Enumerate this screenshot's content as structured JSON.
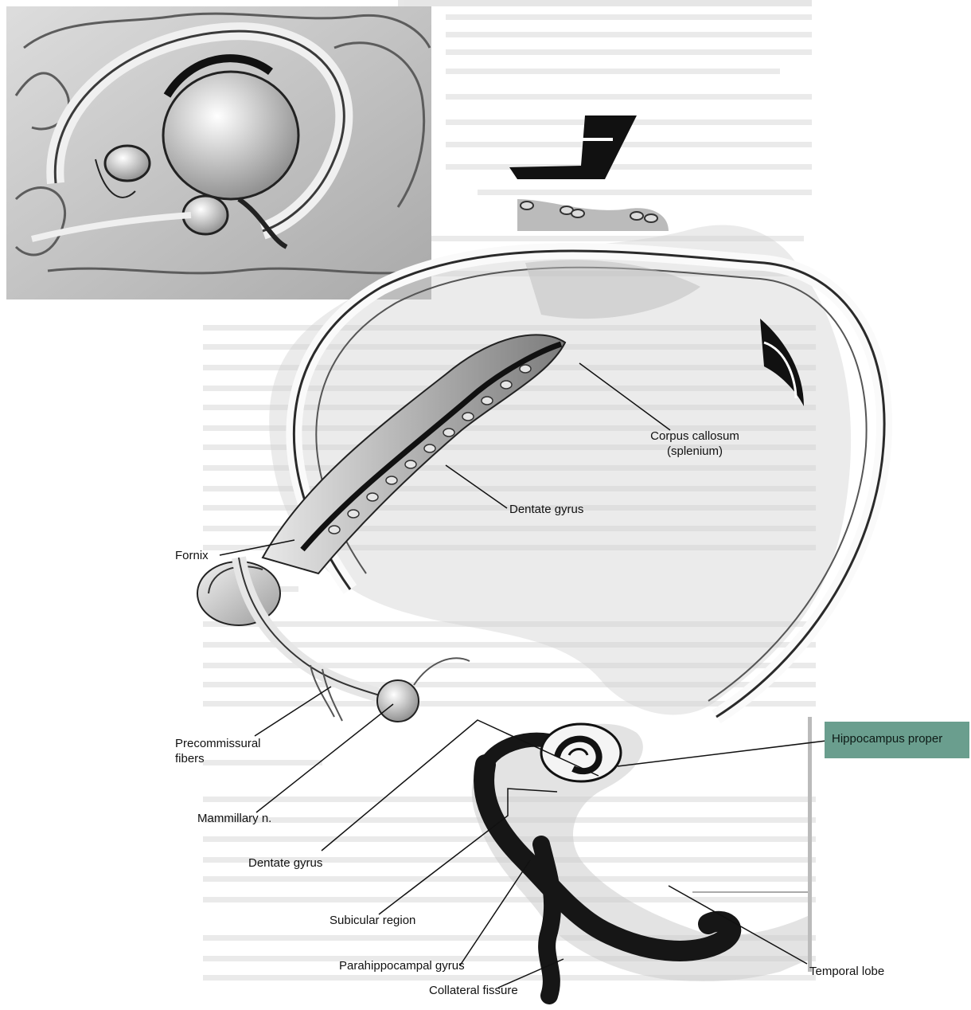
{
  "labels": {
    "corpus_callosum": [
      "Corpus callosum",
      "(splenium)"
    ],
    "dentate_gyrus_upper": "Dentate gyrus",
    "fornix": "Fornix",
    "precommissural_fibers": [
      "Precommissural",
      "fibers"
    ],
    "mammillary": "Mammillary n.",
    "dentate_gyrus_lower": "Dentate gyrus",
    "hippocampus_proper": "Hippocampus proper",
    "subicular_region": "Subicular region",
    "parahippocampal_gyrus": "Parahippocampal gyrus",
    "collateral_fissure": "Collateral fissure",
    "temporal_lobe": "Temporal lobe"
  },
  "colors": {
    "highlight": "#6a9e8e",
    "ink": "#111111"
  }
}
